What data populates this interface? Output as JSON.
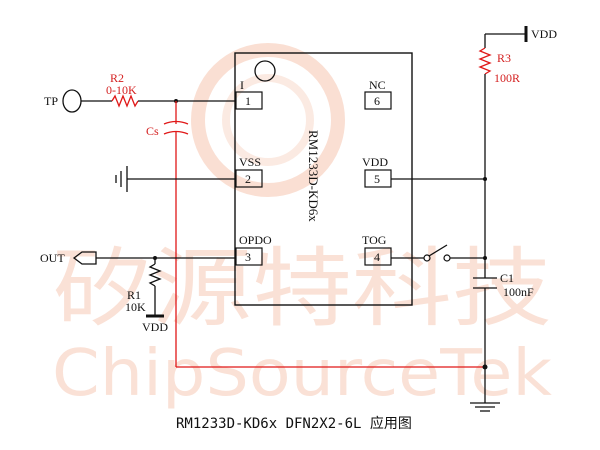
{
  "chip": {
    "name": "RM1233D-KD6x",
    "pins": [
      {
        "num": "1",
        "label": "I"
      },
      {
        "num": "2",
        "label": "VSS"
      },
      {
        "num": "3",
        "label": "OPDO"
      },
      {
        "num": "4",
        "label": "TOG"
      },
      {
        "num": "5",
        "label": "VDD"
      },
      {
        "num": "6",
        "label": "NC"
      }
    ]
  },
  "components": {
    "r2": {
      "ref": "R2",
      "value": "0-10K"
    },
    "r3": {
      "ref": "R3",
      "value": "100R"
    },
    "r1": {
      "ref": "R1",
      "value": "10K"
    },
    "c1": {
      "ref": "C1",
      "value": "100nF"
    },
    "cs": {
      "ref": "Cs"
    }
  },
  "nets": {
    "tp": "TP",
    "out": "OUT",
    "vdd_top": "VDD",
    "vdd_r1": "VDD"
  },
  "watermark": {
    "cn": "矽源特科技",
    "en": "ChipSourceTek"
  },
  "caption": "RM1233D-KD6x DFN2X2-6L 应用图",
  "colors": {
    "wire": "#111111",
    "red_wire": "#e01818",
    "watermark": "#f6c9b6"
  }
}
